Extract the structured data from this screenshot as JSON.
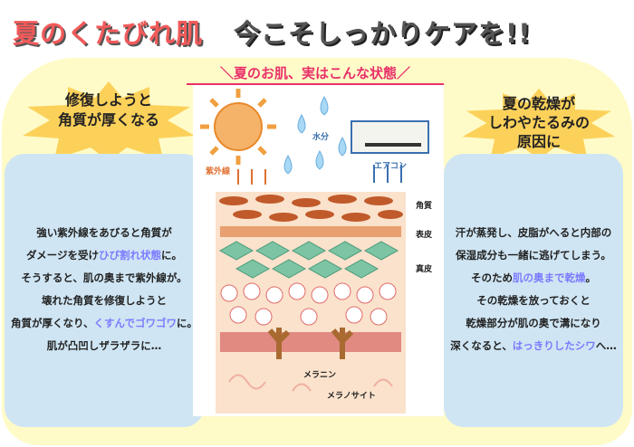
{
  "title": {
    "part1": "夏のくたびれ肌",
    "part2": "今こそしっかりケアを!!"
  },
  "subtitle": "＼夏のお肌、実はこんな状態／",
  "left": {
    "heading_lines": [
      "修復しようと",
      "角質が厚くなる"
    ],
    "lines": [
      {
        "text": "強い紫外線をあびると角質が"
      },
      {
        "pre": "ダメージを受け",
        "hl": "ひび割れ状態",
        "post": "に。"
      },
      {
        "text": "そうすると、肌の奥まで紫外線が。"
      },
      {
        "text": "壊れた角質を修復しようと"
      },
      {
        "pre": "角質が厚くなり、",
        "hl": "くすんでゴワゴワ",
        "post": "に。"
      },
      {
        "text": "肌が凸凹しザラザラに…"
      }
    ]
  },
  "right": {
    "heading_lines": [
      "夏の乾燥が",
      "しわやたるみの",
      "原因に"
    ],
    "lines": [
      {
        "text": "汗が蒸発し、皮脂がへると内部の"
      },
      {
        "text": "保湿成分も一緒に逃げてしまう。"
      },
      {
        "pre": "そのため",
        "hl": "肌の奥まで乾燥",
        "post": "。"
      },
      {
        "text": "その乾燥を放っておくと"
      },
      {
        "text": "乾燥部分が肌の奥で溝になり"
      },
      {
        "pre": "深くなると、",
        "hl": "はっきりしたシワ",
        "post": "へ…"
      }
    ]
  },
  "diagram": {
    "uv": "紫外線",
    "water": "水分",
    "aircon": "エアコン",
    "stratum": "角質",
    "epidermis": "表皮",
    "dermis": "真皮",
    "melanin": "メラニン",
    "melanocyte": "メラノサイト"
  },
  "colors": {
    "highlight": "#7b7bff",
    "title_red": "#f25a5a",
    "subtitle": "#e8306a",
    "panel": "#cfe5f3",
    "bg": "#fffbc8"
  }
}
